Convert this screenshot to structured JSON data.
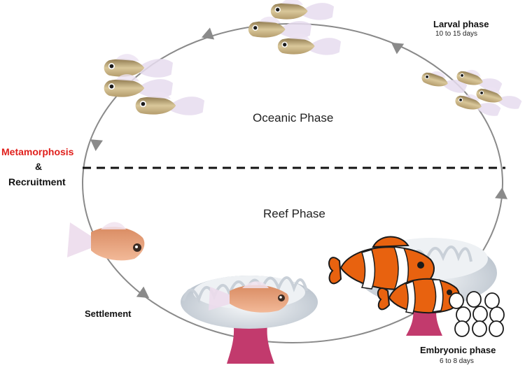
{
  "labels": {
    "oceanic_phase": "Oceanic Phase",
    "reef_phase": "Reef Phase",
    "larval_phase": "Larval phase",
    "larval_duration": "10 to 15 days",
    "metamorphosis": "Metamorphosis",
    "ampersand": "&",
    "recruitment": "Recruitment",
    "settlement": "Settlement",
    "embryonic_phase": "Embryonic phase",
    "embryonic_duration": "6 to 8 days"
  },
  "colors": {
    "cycle_line": "#8a8a8a",
    "arrow": "#8a8a8a",
    "divider": "#111111",
    "metamorphosis_text": "#e0201c",
    "larva_body": "#c9b58a",
    "larva_fin": "#e3d8ec",
    "juvenile_body": "#e8a37a",
    "clownfish_orange": "#e8620f",
    "clownfish_white": "#ffffff",
    "anemone_tentacle": "#dfe4ea",
    "anemone_column": "#c23a6d"
  },
  "icons": [
    "larva-fish-icon",
    "juvenile-fish-icon",
    "clownfish-icon",
    "anemone-icon",
    "egg-icon",
    "arrow-icon"
  ]
}
